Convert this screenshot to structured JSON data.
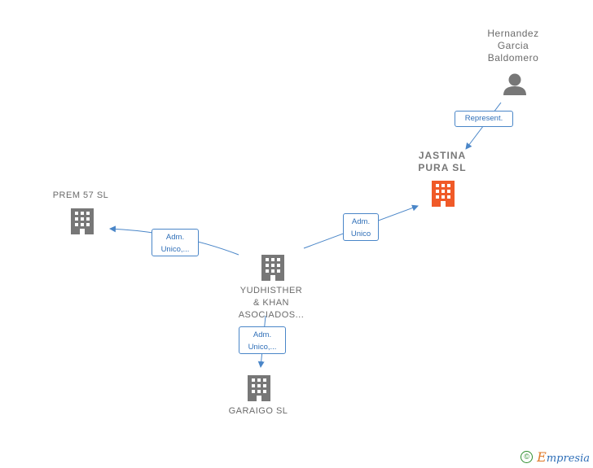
{
  "nodes": {
    "person": {
      "label": "Hernandez\nGarcia\nBaldomero"
    },
    "jastina": {
      "label": "JASTINA\nPURA  SL",
      "color": "#f05a28"
    },
    "prem": {
      "label": "PREM 57  SL"
    },
    "yudhisther": {
      "label": "YUDHISTHER\n& KHAN\nASOCIADOS..."
    },
    "garaigo": {
      "label": "GARAIGO  SL"
    }
  },
  "edges": {
    "represent": {
      "label": "Represent."
    },
    "adm_jastina": {
      "label": "Adm.\nUnico"
    },
    "adm_prem": {
      "label": "Adm.\nUnico,..."
    },
    "adm_garaigo": {
      "label": "Adm.\nUnico,..."
    }
  },
  "colors": {
    "edge": "#4a86c8",
    "node_gray": "#777777",
    "highlight": "#f05a28"
  },
  "footer": {
    "copyright_symbol": "©",
    "brand_first": "E",
    "brand_rest": "mpresia"
  }
}
